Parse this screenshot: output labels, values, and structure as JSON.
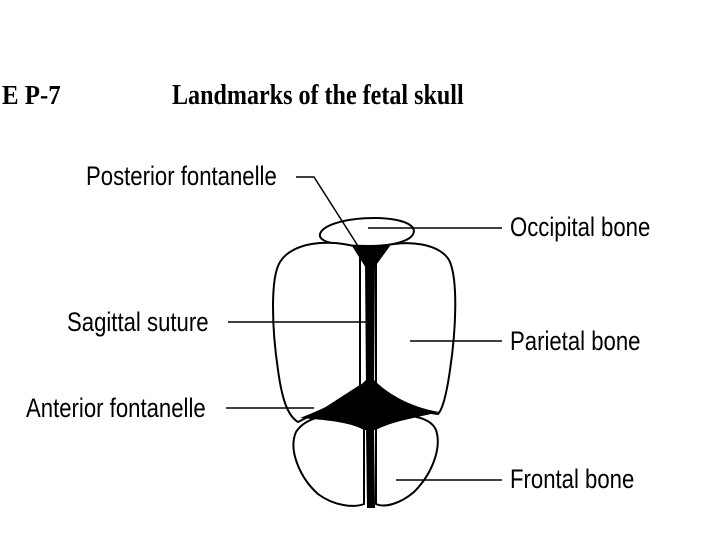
{
  "figure": {
    "id": "E P-7",
    "title": "Landmarks of the fetal skull"
  },
  "labels": {
    "posterior_fontanelle": "Posterior fontanelle",
    "occipital_bone": "Occipital bone",
    "sagittal_suture": "Sagittal suture",
    "parietal_bone": "Parietal bone",
    "anterior_fontanelle": "Anterior fontanelle",
    "frontal_bone": "Frontal bone"
  }
}
